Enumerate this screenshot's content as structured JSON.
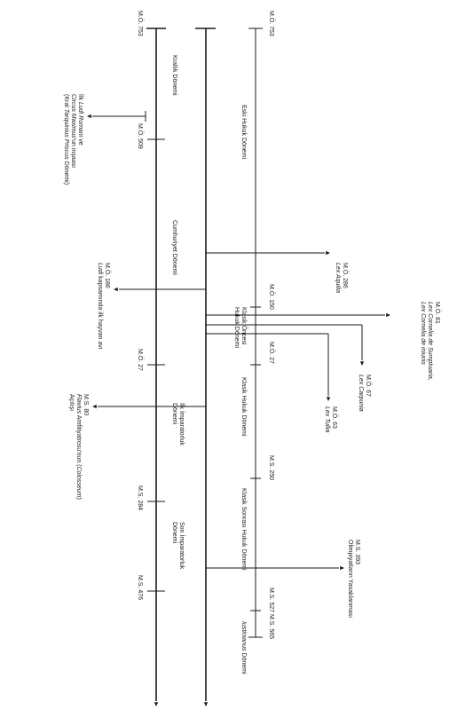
{
  "left_axis": {
    "start_label": "M.Ö. 753",
    "ticks": [
      {
        "id": "bc509",
        "label": "M.Ö. 509"
      },
      {
        "id": "bc27",
        "label": "M.Ö. 27"
      },
      {
        "id": "ad284",
        "label": "M.S. 284"
      },
      {
        "id": "ad476",
        "label": "M.S. 476"
      }
    ],
    "periods": [
      {
        "id": "kingdom",
        "lines": [
          "Krallık Dönemi"
        ]
      },
      {
        "id": "republic",
        "lines": [
          "Cumhuriyet Dönemi"
        ]
      },
      {
        "id": "early-empire",
        "lines": [
          "İlk İmparatorluk",
          "Dönemi"
        ]
      },
      {
        "id": "late-empire",
        "lines": [
          "Son İmparatorluk",
          "Dönemi"
        ]
      }
    ]
  },
  "right_axis": {
    "start_label": "M.Ö. 753",
    "ticks": [
      {
        "id": "bc150",
        "label": "M.Ö. 150"
      },
      {
        "id": "bc27",
        "label": "M.Ö. 27"
      },
      {
        "id": "ad250",
        "label": "M.S. 250"
      },
      {
        "id": "ad527",
        "label": "M.S. 527"
      },
      {
        "id": "ad565",
        "label": "M.S. 565"
      }
    ],
    "periods": [
      {
        "id": "old-law",
        "lines": [
          "Eski Hukuk Dönemi"
        ]
      },
      {
        "id": "pre-classical",
        "lines": [
          "Klasik Öncesi",
          "Hukuk Dönemi"
        ]
      },
      {
        "id": "classical",
        "lines": [
          "Klasik Hukuk Dönemi"
        ]
      },
      {
        "id": "post-classical",
        "lines": [
          "Klasik Sonrası Hukuk Dönemi"
        ]
      },
      {
        "id": "justinian",
        "italic": "Iustinianus",
        "rest": " Dönemi"
      }
    ]
  },
  "events_left": [
    {
      "id": "ludi-romani",
      "lines": [
        [
          {
            "t": "İlk "
          },
          {
            "t": "Ludi Romani",
            "i": true
          },
          {
            "t": " ve"
          }
        ],
        [
          {
            "t": "Circus Maximus",
            "i": true
          },
          {
            "t": "'un inşaası"
          }
        ],
        [
          {
            "t": "(Kral "
          },
          {
            "t": "Tarquinius Priscus",
            "i": true
          },
          {
            "t": " Dönemi)"
          }
        ]
      ]
    },
    {
      "id": "ludi-animal-hunt",
      "lines": [
        [
          {
            "t": "M.Ö. 186"
          }
        ],
        [
          {
            "t": "Ludi",
            "i": true
          },
          {
            "t": " kapsamında ilk hayvan avı"
          }
        ]
      ]
    },
    {
      "id": "colosseum",
      "lines": [
        [
          {
            "t": "M.S. 80"
          }
        ],
        [
          {
            "t": "Flavius",
            "i": true
          },
          {
            "t": " Amfitiyatrosu'nun ("
          },
          {
            "t": "Colosseum",
            "i": true
          },
          {
            "t": ")"
          }
        ],
        [
          {
            "t": "Açılışı"
          }
        ]
      ]
    }
  ],
  "events_right": [
    {
      "id": "lex-aquilia",
      "lines": [
        [
          {
            "t": "M.Ö. 286"
          }
        ],
        [
          {
            "t": "Lex Aquilia",
            "i": true
          }
        ]
      ]
    },
    {
      "id": "lex-cornelia",
      "lines": [
        [
          {
            "t": "M.Ö. 81"
          }
        ],
        [
          {
            "t": "Lex Cornelia de Sumptuaria,",
            "i": true
          }
        ],
        [
          {
            "t": "Lex Cornelia de iniuriis",
            "i": true
          }
        ]
      ]
    },
    {
      "id": "lex-carpunia",
      "lines": [
        [
          {
            "t": "M.Ö. 67"
          }
        ],
        [
          {
            "t": "Lex Carpunia",
            "i": true
          }
        ]
      ]
    },
    {
      "id": "lex-tullia",
      "lines": [
        [
          {
            "t": "M.Ö. 63"
          }
        ],
        [
          {
            "t": "Lex Tullia",
            "i": true
          }
        ]
      ]
    },
    {
      "id": "olympics-ban",
      "lines": [
        [
          {
            "t": "M.S. 393"
          }
        ],
        [
          {
            "t": "Olimpiyatların Yasaklanması"
          }
        ]
      ]
    }
  ]
}
